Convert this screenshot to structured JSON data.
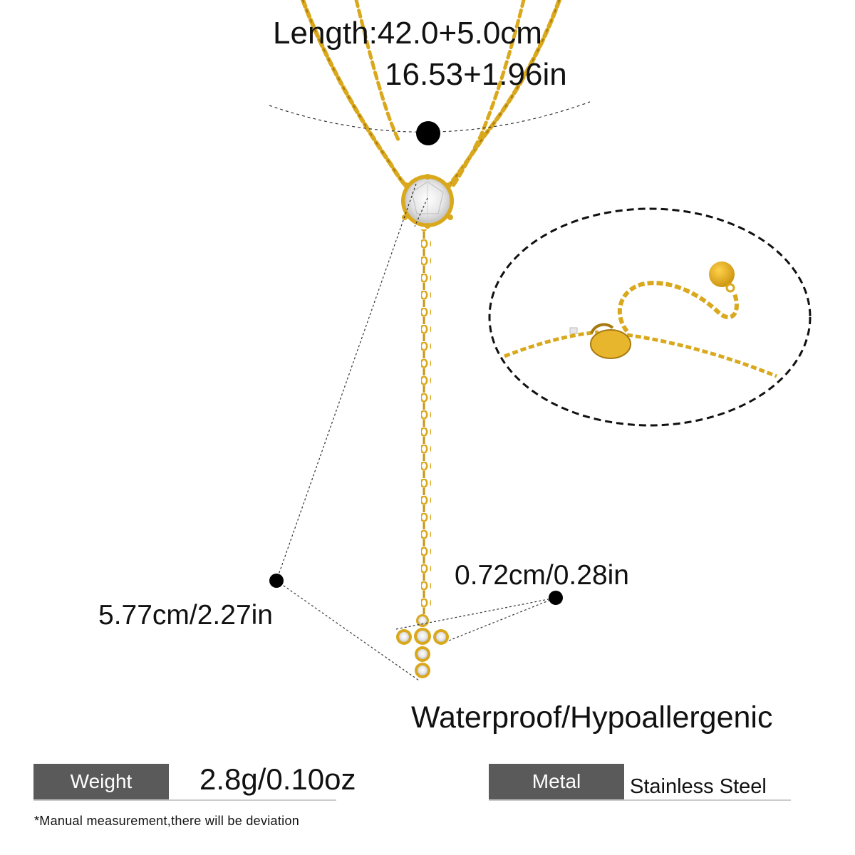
{
  "measurements": {
    "length_cm": "Length:42.0+5.0cm",
    "length_in": "16.53+1.96in",
    "pendant_drop": "5.77cm/2.27in",
    "cross_width": "0.72cm/0.28in"
  },
  "features": "Waterproof/Hypoallergenic",
  "specs": {
    "weight_label": "Weight",
    "weight_value": "2.8g/0.10oz",
    "metal_label": "Metal",
    "metal_value": "Stainless Steel"
  },
  "note": "*Manual measurement,there will be deviation",
  "colors": {
    "gold": "#d9a81c",
    "gold_dark": "#a87910",
    "spec_label_bg": "#5a5a5a",
    "text": "#111111"
  }
}
